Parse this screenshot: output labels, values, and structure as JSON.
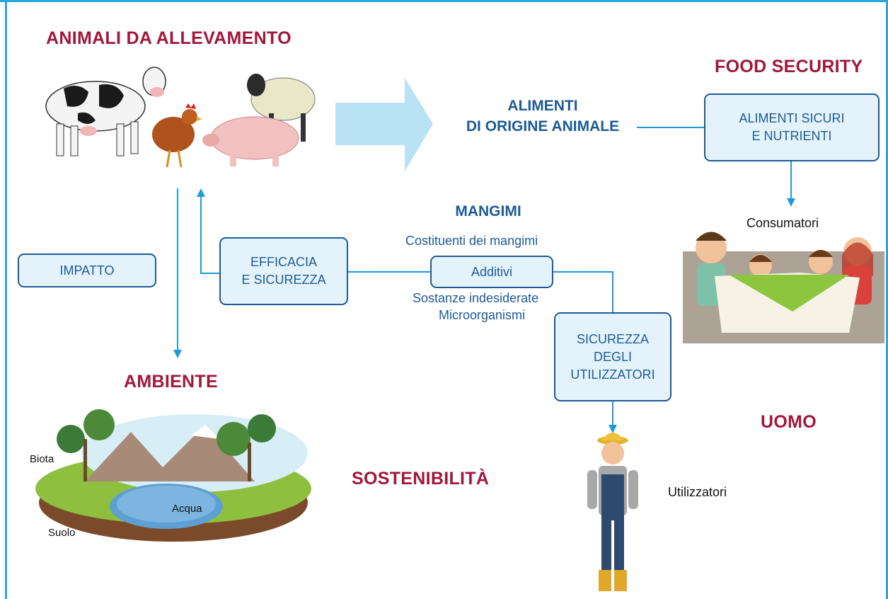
{
  "headings": {
    "animali": "ANIMALI DA ALLEVAMENTO",
    "food_security": "FOOD SECURITY",
    "ambiente": "AMBIENTE",
    "sostenibilita": "SOSTENIBILITÀ",
    "uomo": "UOMO"
  },
  "alimenti": {
    "line1": "ALIMENTI",
    "line2": "DI ORIGINE ANIMALE"
  },
  "mangimi": {
    "title": "MANGIMI",
    "costituenti": "Costituenti dei mangimi",
    "sostanze": "Sostanze indesiderate",
    "microrganismi": "Microorganismi"
  },
  "boxes": {
    "alimenti_sicuri": {
      "line1": "ALIMENTI SICURI",
      "line2": "E NUTRIENTI"
    },
    "impatto": "IMPATTO",
    "efficacia": {
      "line1": "EFFICACIA",
      "line2": "E SICUREZZA"
    },
    "additivi": "Additivi",
    "sicurezza_utilizzatori": {
      "line1": "SICUREZZA",
      "line2": "DEGLI",
      "line3": "UTILIZZATORI"
    }
  },
  "labels": {
    "consumatori": "Consumatori",
    "utilizzatori": "Utilizzatori",
    "biota": "Biota",
    "acqua": "Acqua",
    "suolo": "Suolo"
  },
  "colors": {
    "frame": "#2aa6dc",
    "heading_red": "#a0173c",
    "navy": "#1d5b96",
    "box_fill": "#e4f3fb",
    "arrow": "#1e9ad6",
    "big_arrow": "#b9e2f5"
  }
}
